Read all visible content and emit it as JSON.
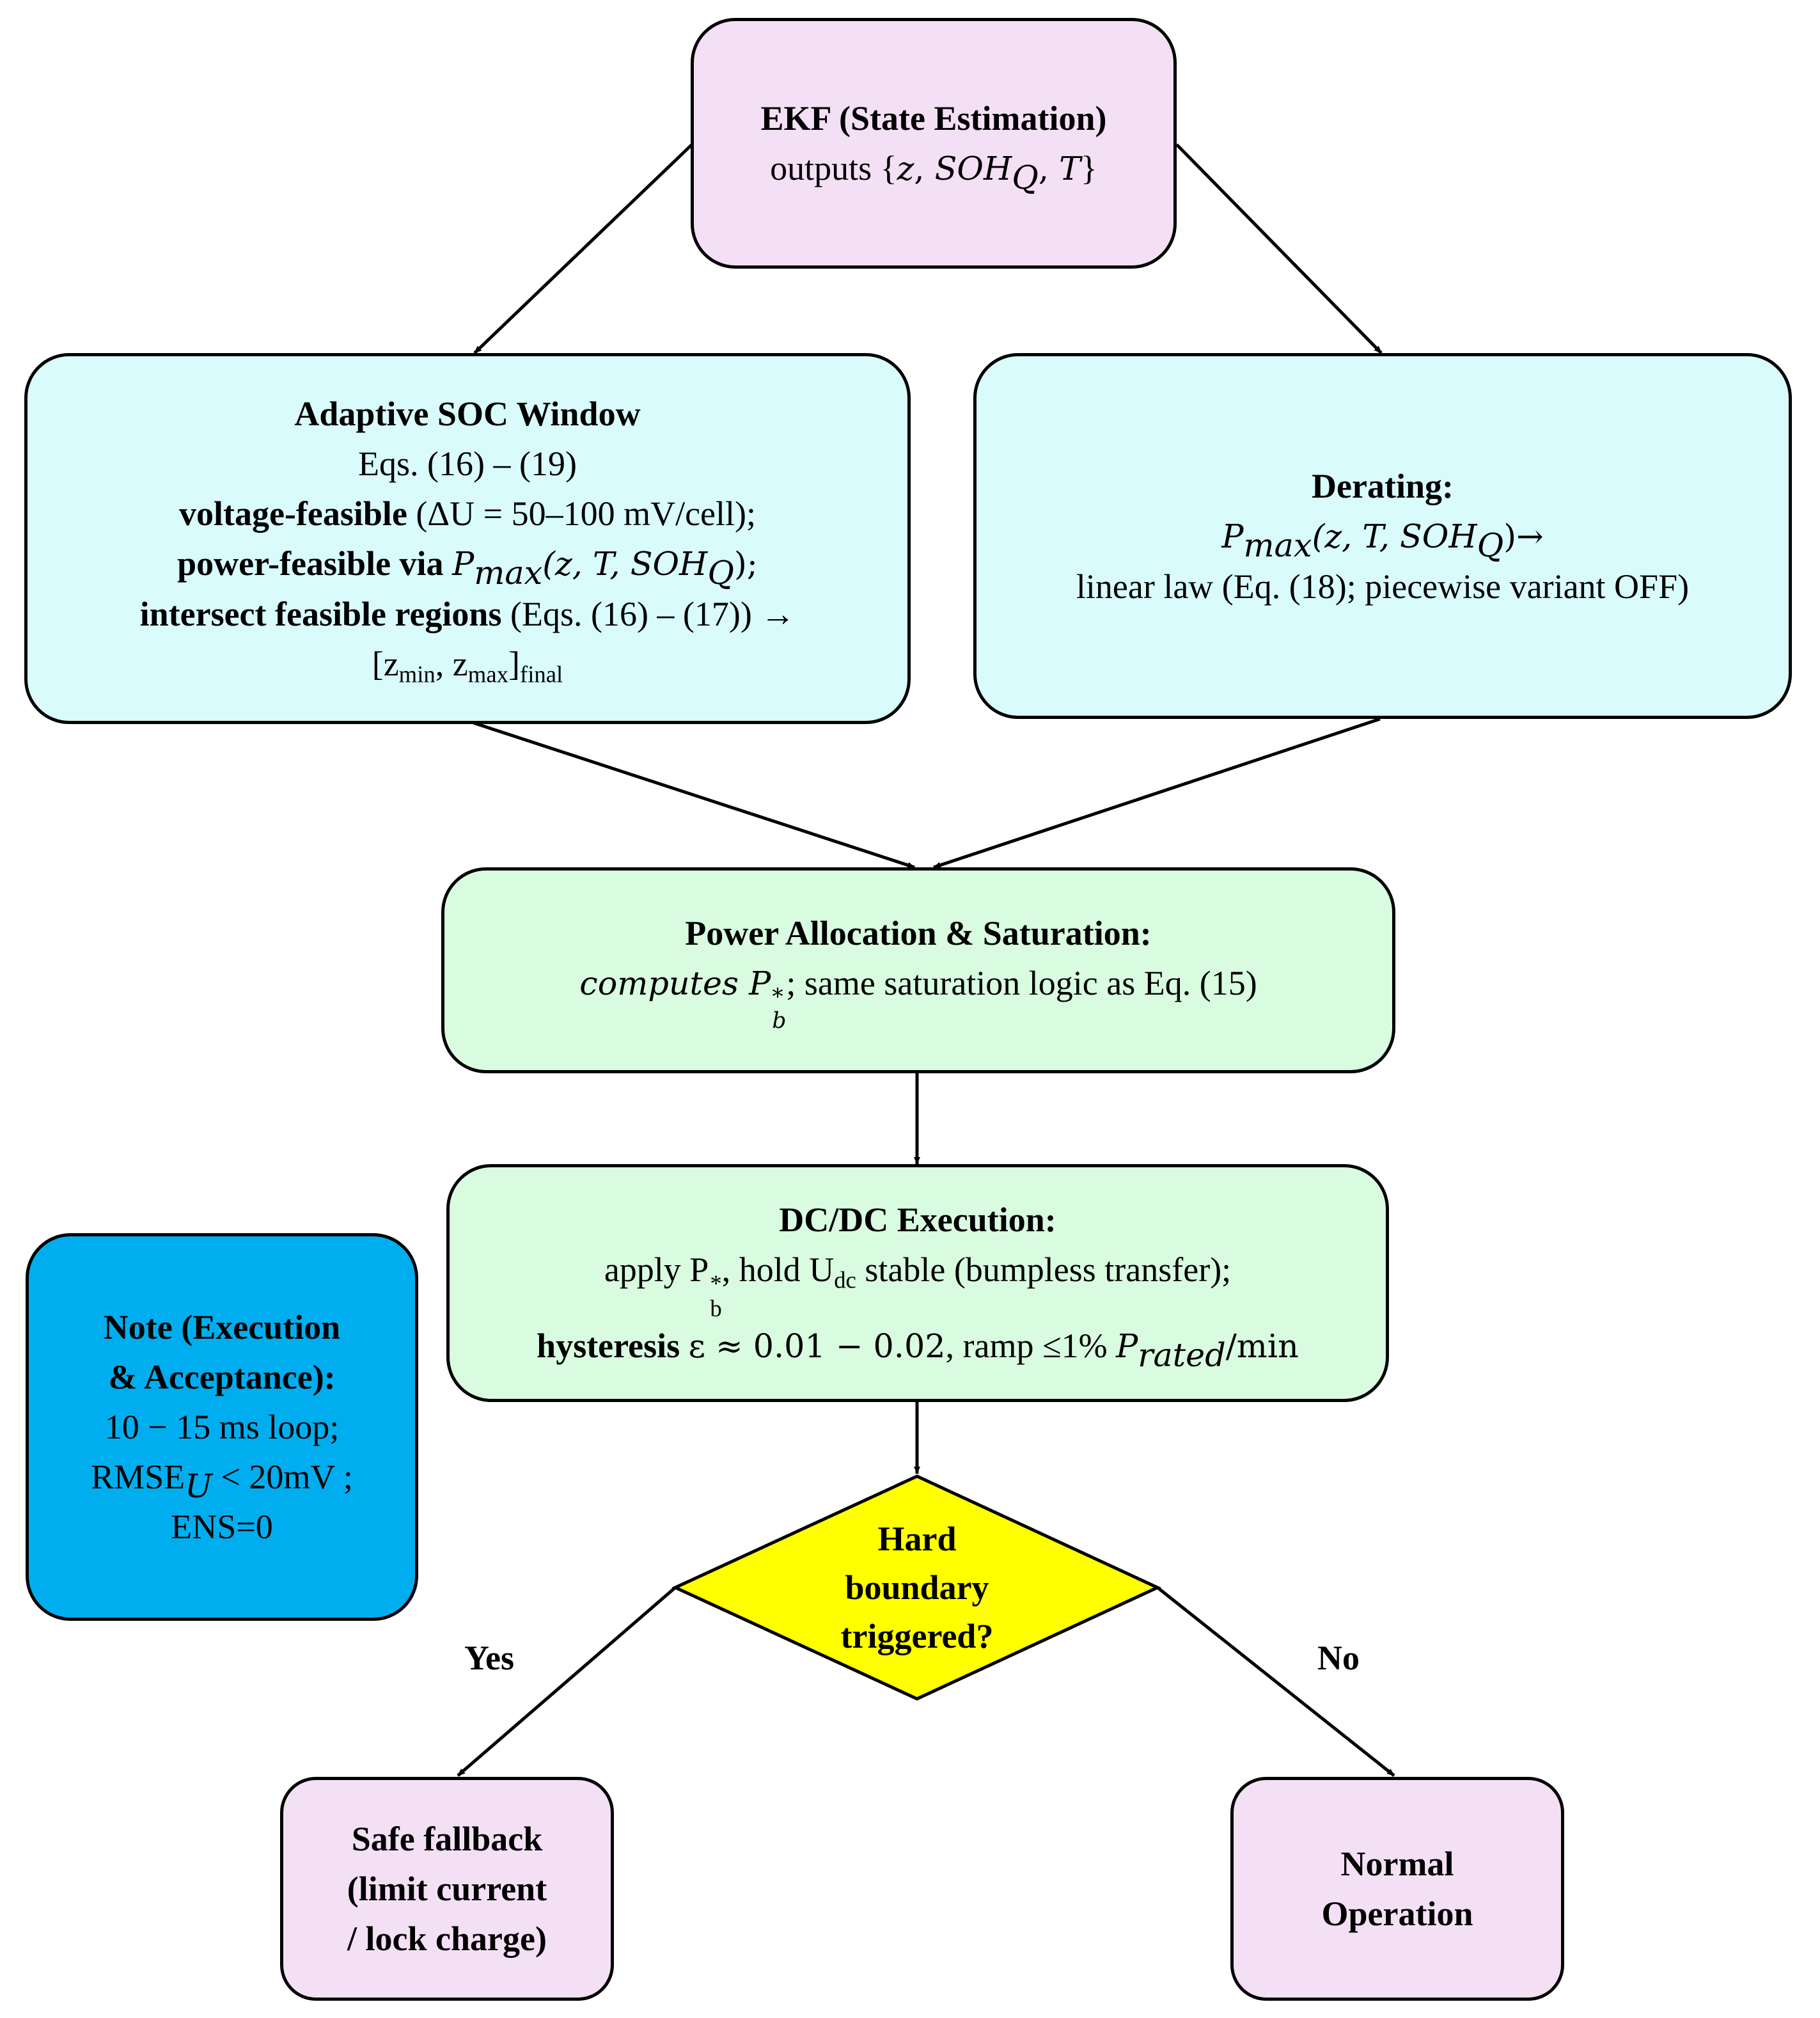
{
  "ekf": {
    "title": "EKF (State Estimation)",
    "outputs_prefix": "outputs {",
    "var_z": "z",
    "sep1": ", ",
    "var_soh": "SOH",
    "var_soh_sub": "Q",
    "sep2": ", ",
    "var_t": "T",
    "outputs_suffix": "}"
  },
  "soc": {
    "title": "Adaptive SOC Window",
    "eqs": "Eqs. (16) – (19)",
    "voltage_bold": "voltage-feasible",
    "voltage_rest": " (ΔU = 50–100 mV/cell);",
    "power_bold": "power-feasible via ",
    "pmax_p": "P",
    "pmax_sub": "max",
    "pmax_args": "(z, T, SOH",
    "pmax_args_sub": "Q",
    "pmax_close": ");",
    "intersect_bold": "intersect feasible regions",
    "intersect_rest": " (Eqs. (16) – (17)) →",
    "range_open": "[z",
    "range_min_sub": "min",
    "range_mid": ", z",
    "range_max_sub": "max",
    "range_close": "]",
    "range_final_sub": "final"
  },
  "derating": {
    "title": "Derating:",
    "pmax_p": "P",
    "pmax_sub": "max",
    "pmax_args": "(z, T, SOH",
    "pmax_args_sub": "Q",
    "pmax_close": ")→",
    "law": "linear law (Eq. (18); piecewise variant OFF)"
  },
  "power_alloc": {
    "title": "Power Allocation & Saturation:",
    "computes": "computes P",
    "p_sub": "b",
    "p_sup": "*",
    "rest": "; same saturation logic as Eq. (15)"
  },
  "dcdc": {
    "title": "DC/DC Execution:",
    "apply": "apply P",
    "p_sub": "b",
    "p_sup": "*",
    "hold": ", hold U",
    "u_sub": "dc",
    "stable": " stable (bumpless transfer);",
    "hyst_bold": "hysteresis ",
    "epsilon": "ε ≈ 0.01 − 0.02",
    "ramp": ", ramp ≤1% ",
    "prated_p": "P",
    "prated_sub": "rated",
    "per_min": "/min"
  },
  "note": {
    "title_line1": "Note (Execution",
    "title_line2": "& Acceptance):",
    "loop": "10 − 15 ms loop;",
    "rmse": "RMSE",
    "rmse_sub": "U",
    "rmse_rest": " < 20mV ;",
    "ens": "ENS=0"
  },
  "decision": {
    "line1": "Hard",
    "line2": "boundary",
    "line3": "triggered?",
    "yes": "Yes",
    "no": "No"
  },
  "safe": {
    "line1": "Safe fallback",
    "line2": "(limit current",
    "line3": "/ lock charge)"
  },
  "normal": {
    "line1": "Normal",
    "line2": "Operation"
  },
  "colors": {
    "ekf_fill": "#f4e0f4",
    "soc_fill": "#d9fbfc",
    "power_fill": "#d9fbe0",
    "note_fill": "#00aeef",
    "diamond_fill": "#ffff00"
  }
}
